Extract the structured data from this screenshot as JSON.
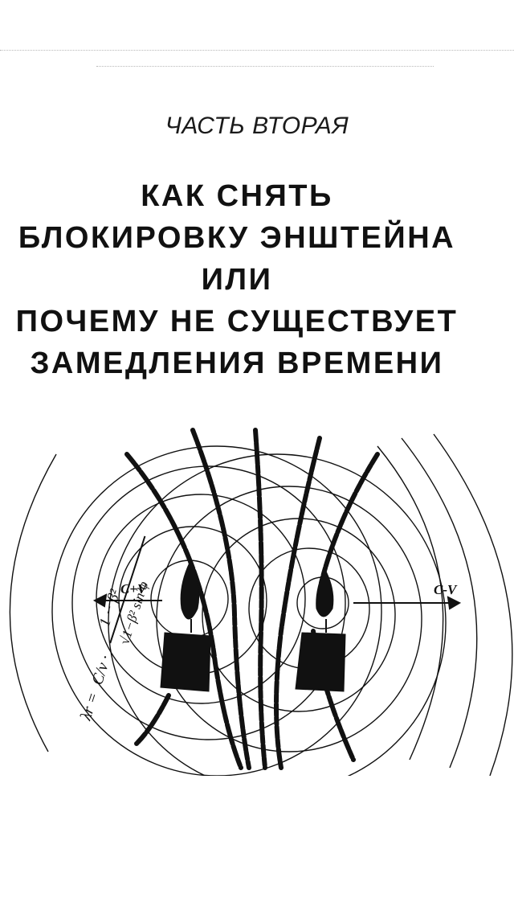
{
  "page": {
    "section_label": "ЧАСТЬ ВТОРАЯ",
    "title_lines": [
      "КАК СНЯТЬ",
      "БЛОКИРОВКУ ЭНШТЕЙНА",
      "ИЛИ",
      "ПОЧЕМУ НЕ СУЩЕСТВУЕТ",
      "ЗАМЕДЛЕНИЯ ВРЕМЕНИ"
    ]
  },
  "diagram": {
    "left_arrow_label": "C+V",
    "right_arrow_label": "C-V",
    "formula_text": "λr = C/ν · (1 − β²) / √(1 − β² sin²φ)",
    "formula_lhs": "λr =",
    "formula_coef": "C/ν ·",
    "formula_numerator": "1 − β²",
    "formula_denominator": "√1−β² sin²φ",
    "ink_color": "#111111"
  }
}
